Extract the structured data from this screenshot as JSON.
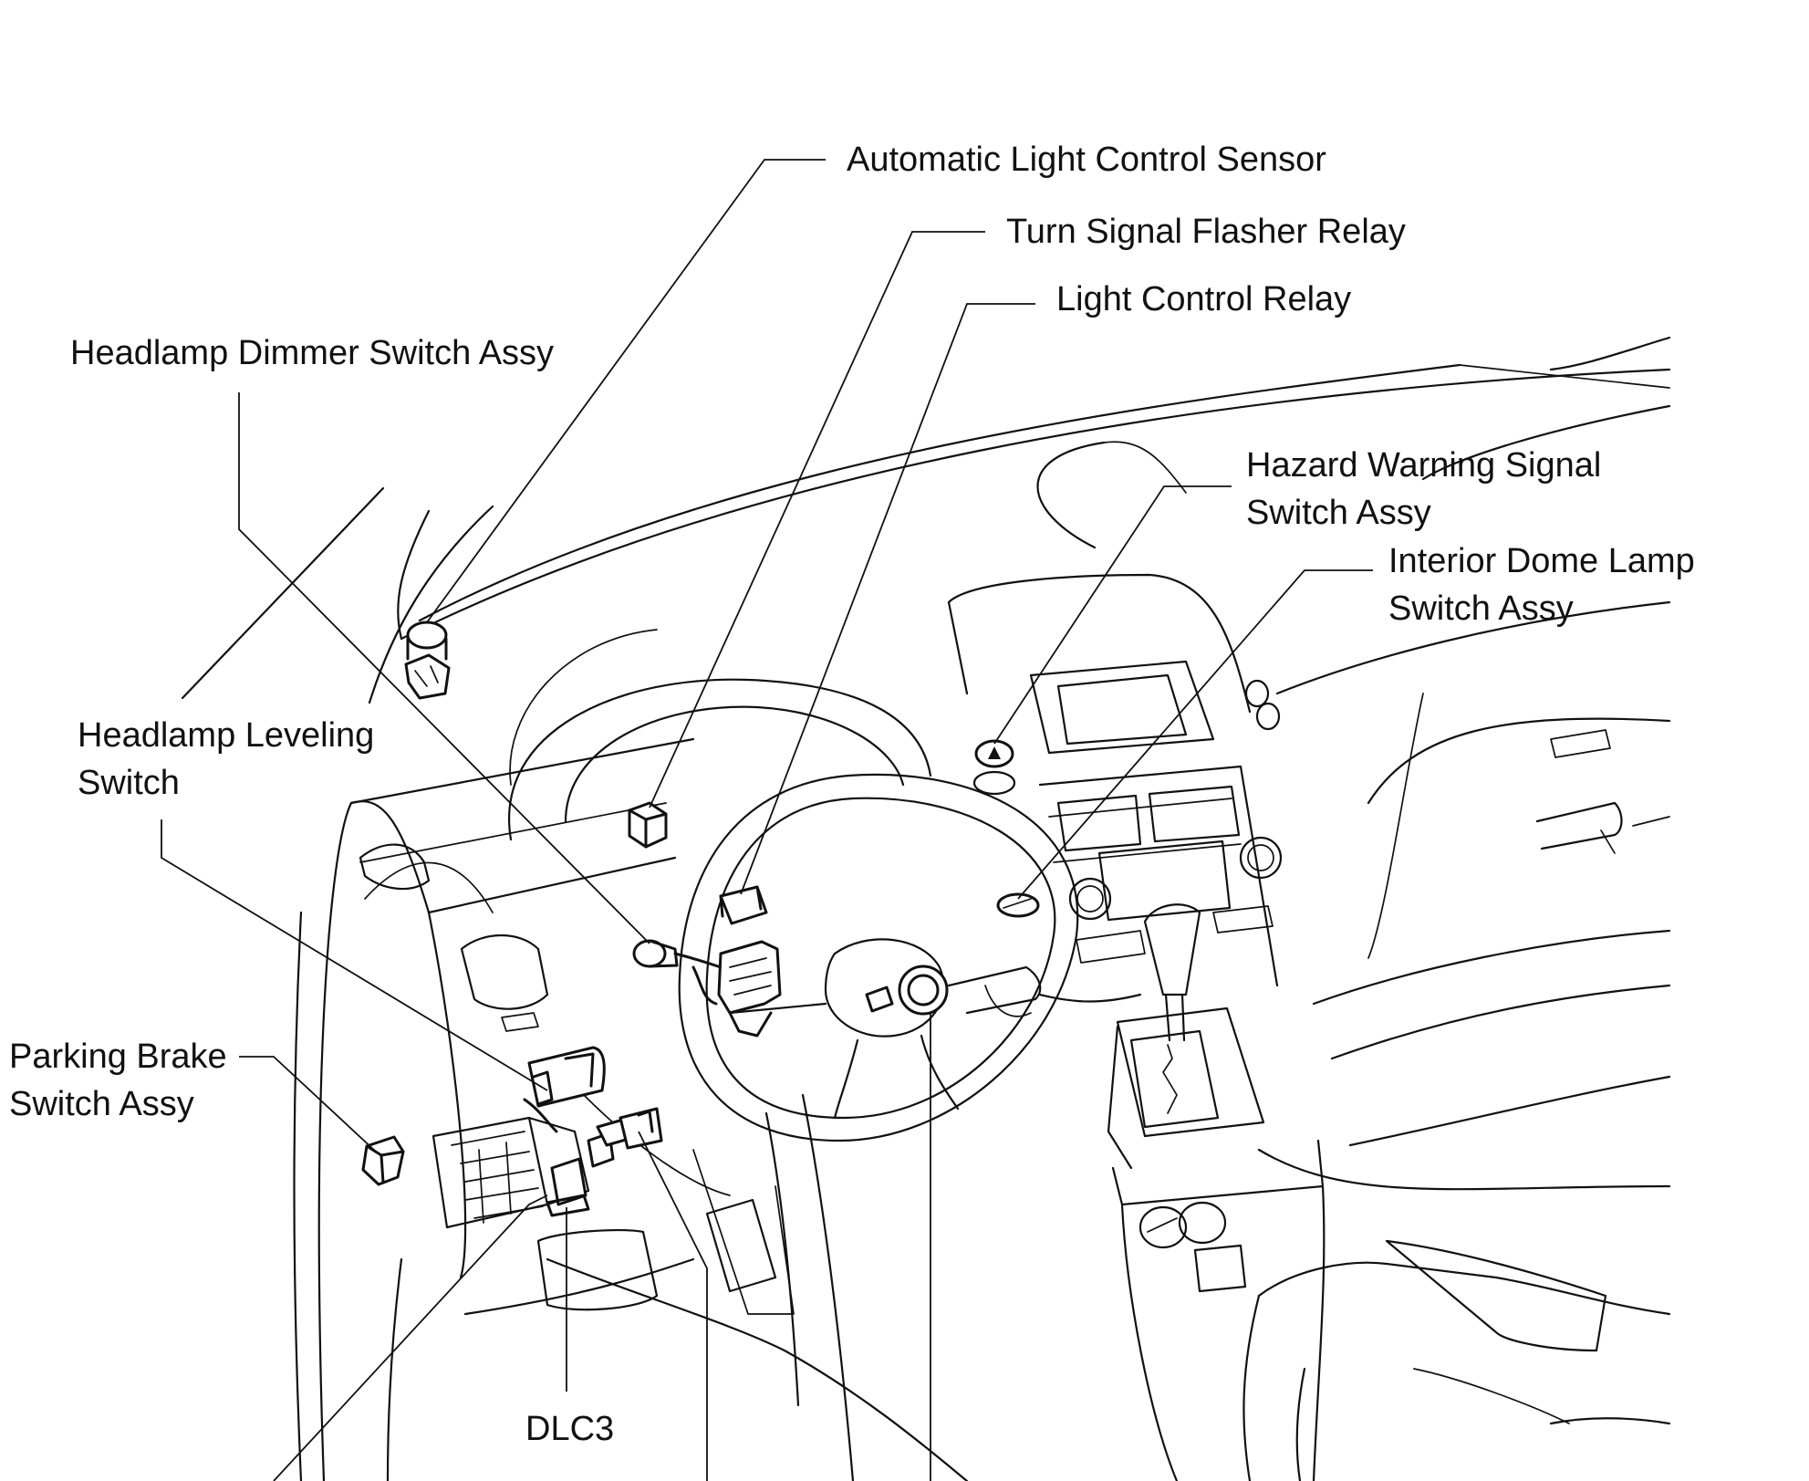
{
  "diagram": {
    "labels": [
      {
        "id": "automatic-light-control-sensor",
        "lines": [
          "Automatic Light Control Sensor"
        ]
      },
      {
        "id": "turn-signal-flasher-relay",
        "lines": [
          "Turn Signal Flasher Relay"
        ]
      },
      {
        "id": "light-control-relay",
        "lines": [
          "Light Control Relay"
        ]
      },
      {
        "id": "headlamp-dimmer-switch-assy",
        "lines": [
          "Headlamp Dimmer Switch Assy"
        ]
      },
      {
        "id": "hazard-warning-signal-switch-assy",
        "lines": [
          "Hazard Warning Signal",
          "Switch Assy"
        ]
      },
      {
        "id": "interior-dome-lamp-switch-assy",
        "lines": [
          "Interior Dome Lamp",
          "Switch Assy"
        ]
      },
      {
        "id": "headlamp-leveling-switch",
        "lines": [
          "Headlamp Leveling",
          "Switch"
        ]
      },
      {
        "id": "parking-brake-switch-assy",
        "lines": [
          "Parking Brake",
          "Switch Assy"
        ]
      },
      {
        "id": "dlc3",
        "lines": [
          "DLC3"
        ]
      }
    ]
  }
}
